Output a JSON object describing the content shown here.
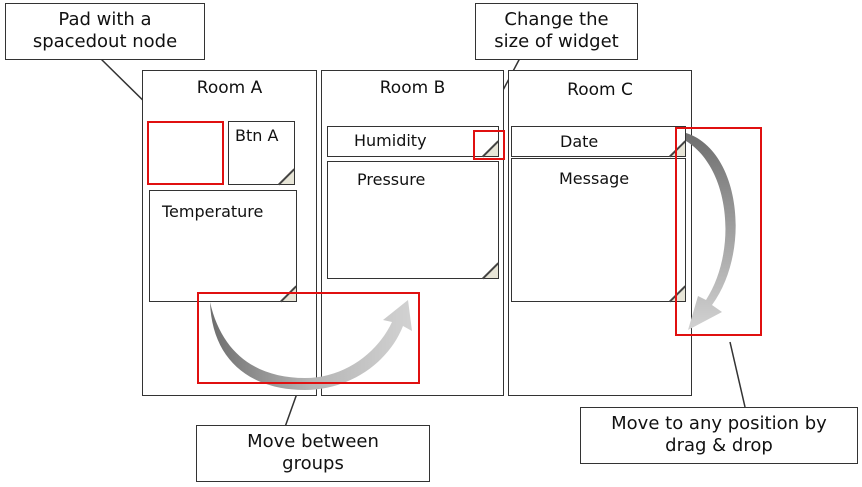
{
  "groups": [
    {
      "title": "Room A"
    },
    {
      "title": "Room B"
    },
    {
      "title": "Room C"
    }
  ],
  "widgets": {
    "btn_a": "Btn A",
    "temperature": "Temperature",
    "humidity": "Humidity",
    "pressure": "Pressure",
    "date": "Date",
    "message": "Message"
  },
  "callouts": {
    "pad": {
      "line1": "Pad with a",
      "line2": "spacedout node"
    },
    "resize": {
      "line1": "Change the",
      "line2": "size of widget"
    },
    "move_groups": {
      "line1": "Move between",
      "line2": "groups"
    },
    "drag_drop": {
      "line1": "Move to any position by",
      "line2": "drag & drop"
    }
  },
  "colors": {
    "highlight": "#e01010",
    "arrow_dark": "#6e6e6e",
    "arrow_light": "#d2d2d2",
    "handle_fill": "#e8e6d8"
  }
}
